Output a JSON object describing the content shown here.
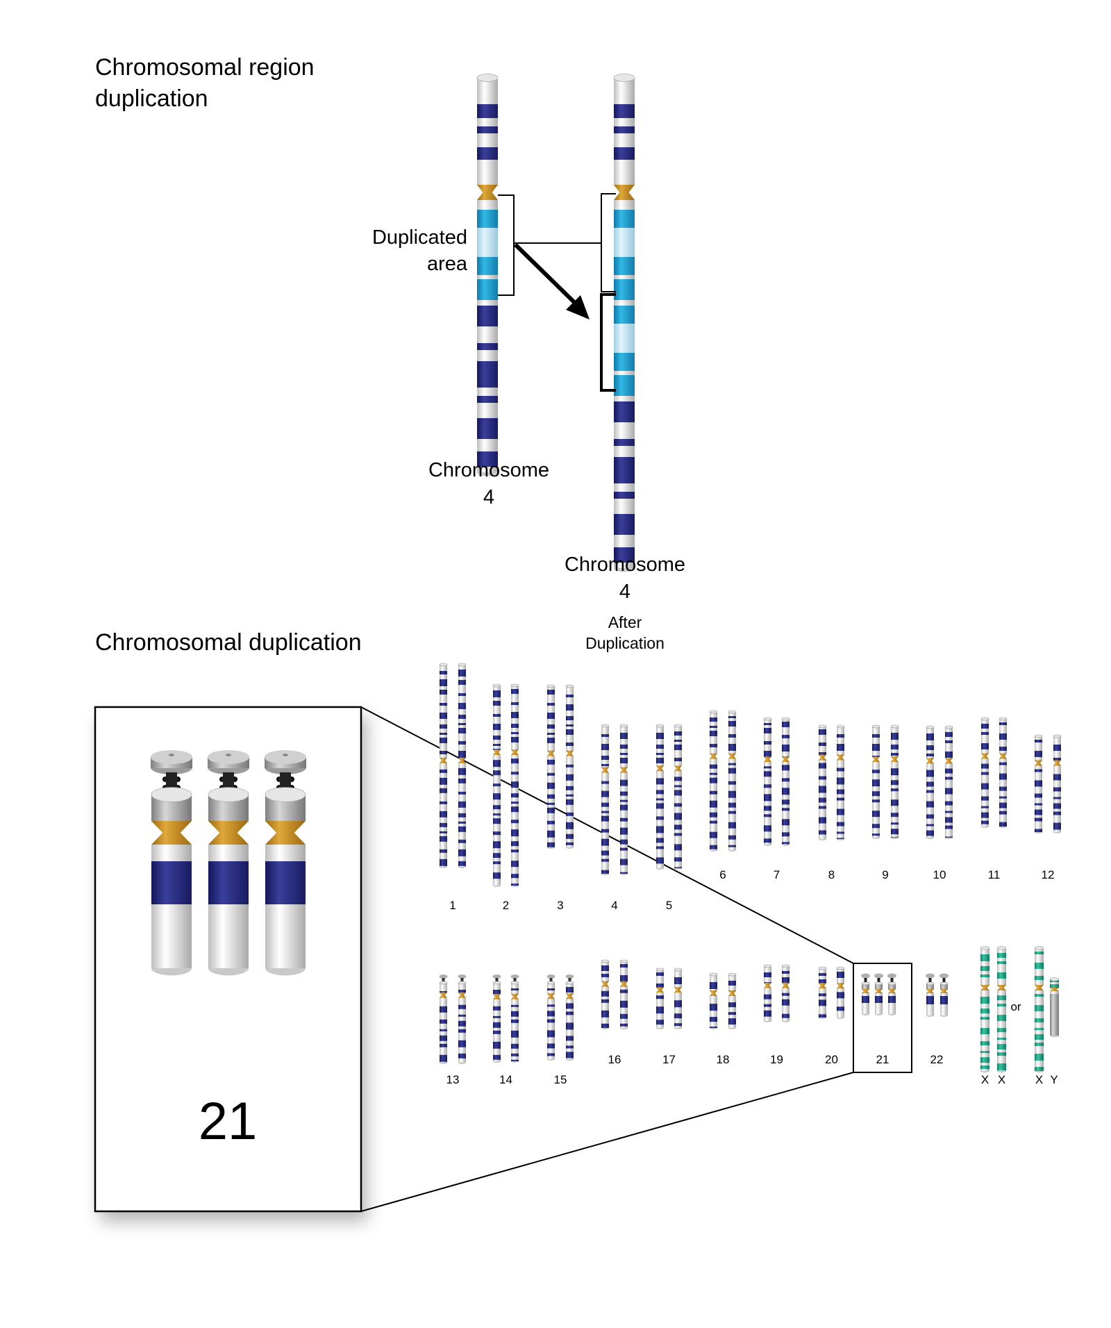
{
  "region_section": {
    "title_line1": "Chromosomal region",
    "title_line2": "duplication",
    "duplicated_label_line1": "Duplicated",
    "duplicated_label_line2": "area",
    "original_label_line1": "Chromosome",
    "original_label_line2": "4",
    "after_label_line1": "Chromosome",
    "after_label_line2": "4",
    "after_caption_line1": "After",
    "after_caption_line2": "Duplication"
  },
  "duplication_section": {
    "title": "Chromosomal duplication",
    "zoom_label": "21"
  },
  "karyotype": {
    "row1": [
      "1",
      "2",
      "3",
      "4",
      "5",
      "6",
      "7",
      "8",
      "9",
      "10",
      "11",
      "12"
    ],
    "row2": [
      "13",
      "14",
      "15",
      "16",
      "17",
      "18",
      "19",
      "20",
      "21",
      "22"
    ],
    "sex_labels": [
      "X",
      "X",
      "X",
      "Y"
    ],
    "or_label": "or"
  },
  "colors": {
    "band_dark": "#262a7a",
    "band_light_cyan": "#bfe3f2",
    "band_cyan": "#1c9fcf",
    "centromere": "#c98e1f",
    "sex_band": "#1aa585",
    "outline": "#000000"
  }
}
